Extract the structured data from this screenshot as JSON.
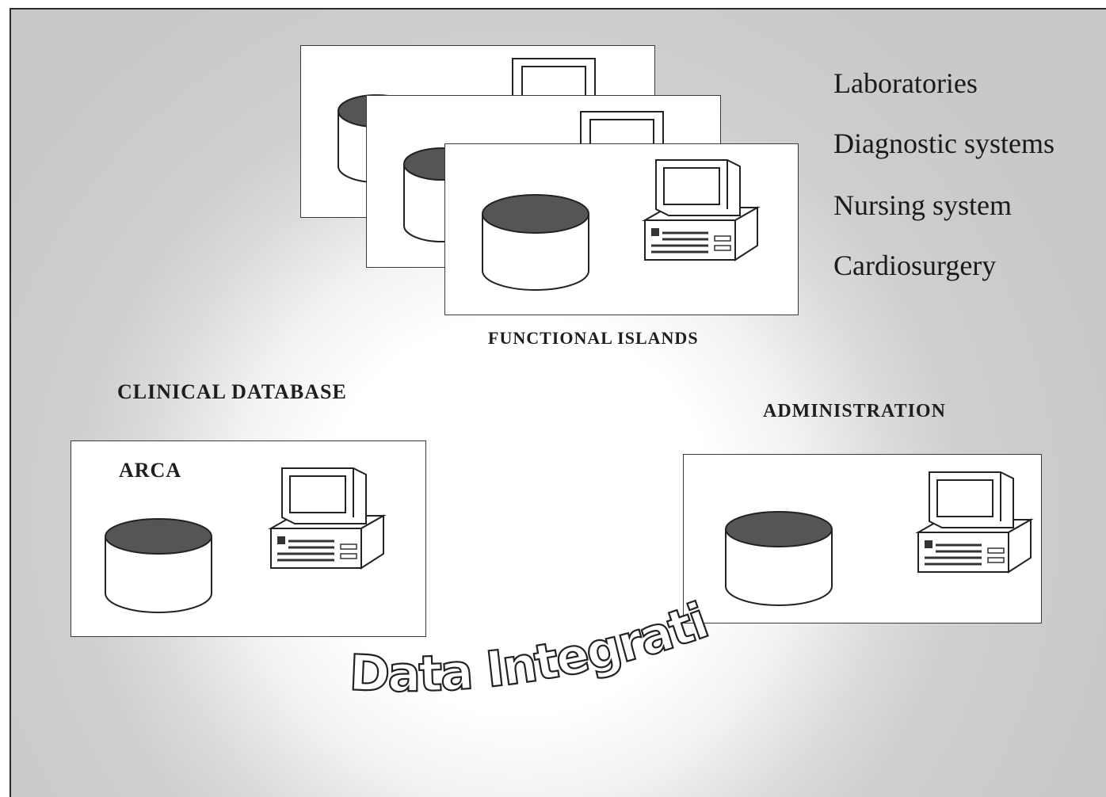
{
  "islands": {
    "items": [
      "Laboratories",
      "Diagnostic systems",
      "Nursing system",
      "Cardiosurgery"
    ],
    "caption": "FUNCTIONAL ISLANDS"
  },
  "clinical": {
    "title": "CLINICAL DATABASE",
    "system": "ARCA"
  },
  "administration": {
    "title": "ADMINISTRATION"
  },
  "footer": {
    "title": "Data Integration"
  },
  "colors": {
    "ink": "#1e1e1e",
    "db_top": "#555555",
    "panel_bg": "#ffffff"
  }
}
